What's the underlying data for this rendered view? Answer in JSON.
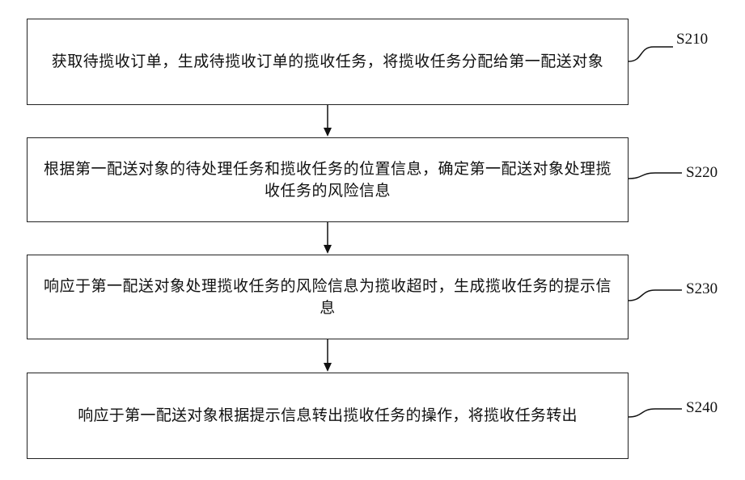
{
  "steps": [
    {
      "id": "S210",
      "label": "S210",
      "text": "获取待揽收订单，生成待揽收订单的揽收任务，将揽收任务分配给第一配送对象"
    },
    {
      "id": "S220",
      "label": "S220",
      "text": "根据第一配送对象的待处理任务和揽收任务的位置信息，确定第一配送对象处理揽收任务的风险信息"
    },
    {
      "id": "S230",
      "label": "S230",
      "text": "响应于第一配送对象处理揽收任务的风险信息为揽收超时，生成揽收任务的提示信息"
    },
    {
      "id": "S240",
      "label": "S240",
      "text": "响应于第一配送对象根据提示信息转出揽收任务的操作，将揽收任务转出"
    }
  ]
}
